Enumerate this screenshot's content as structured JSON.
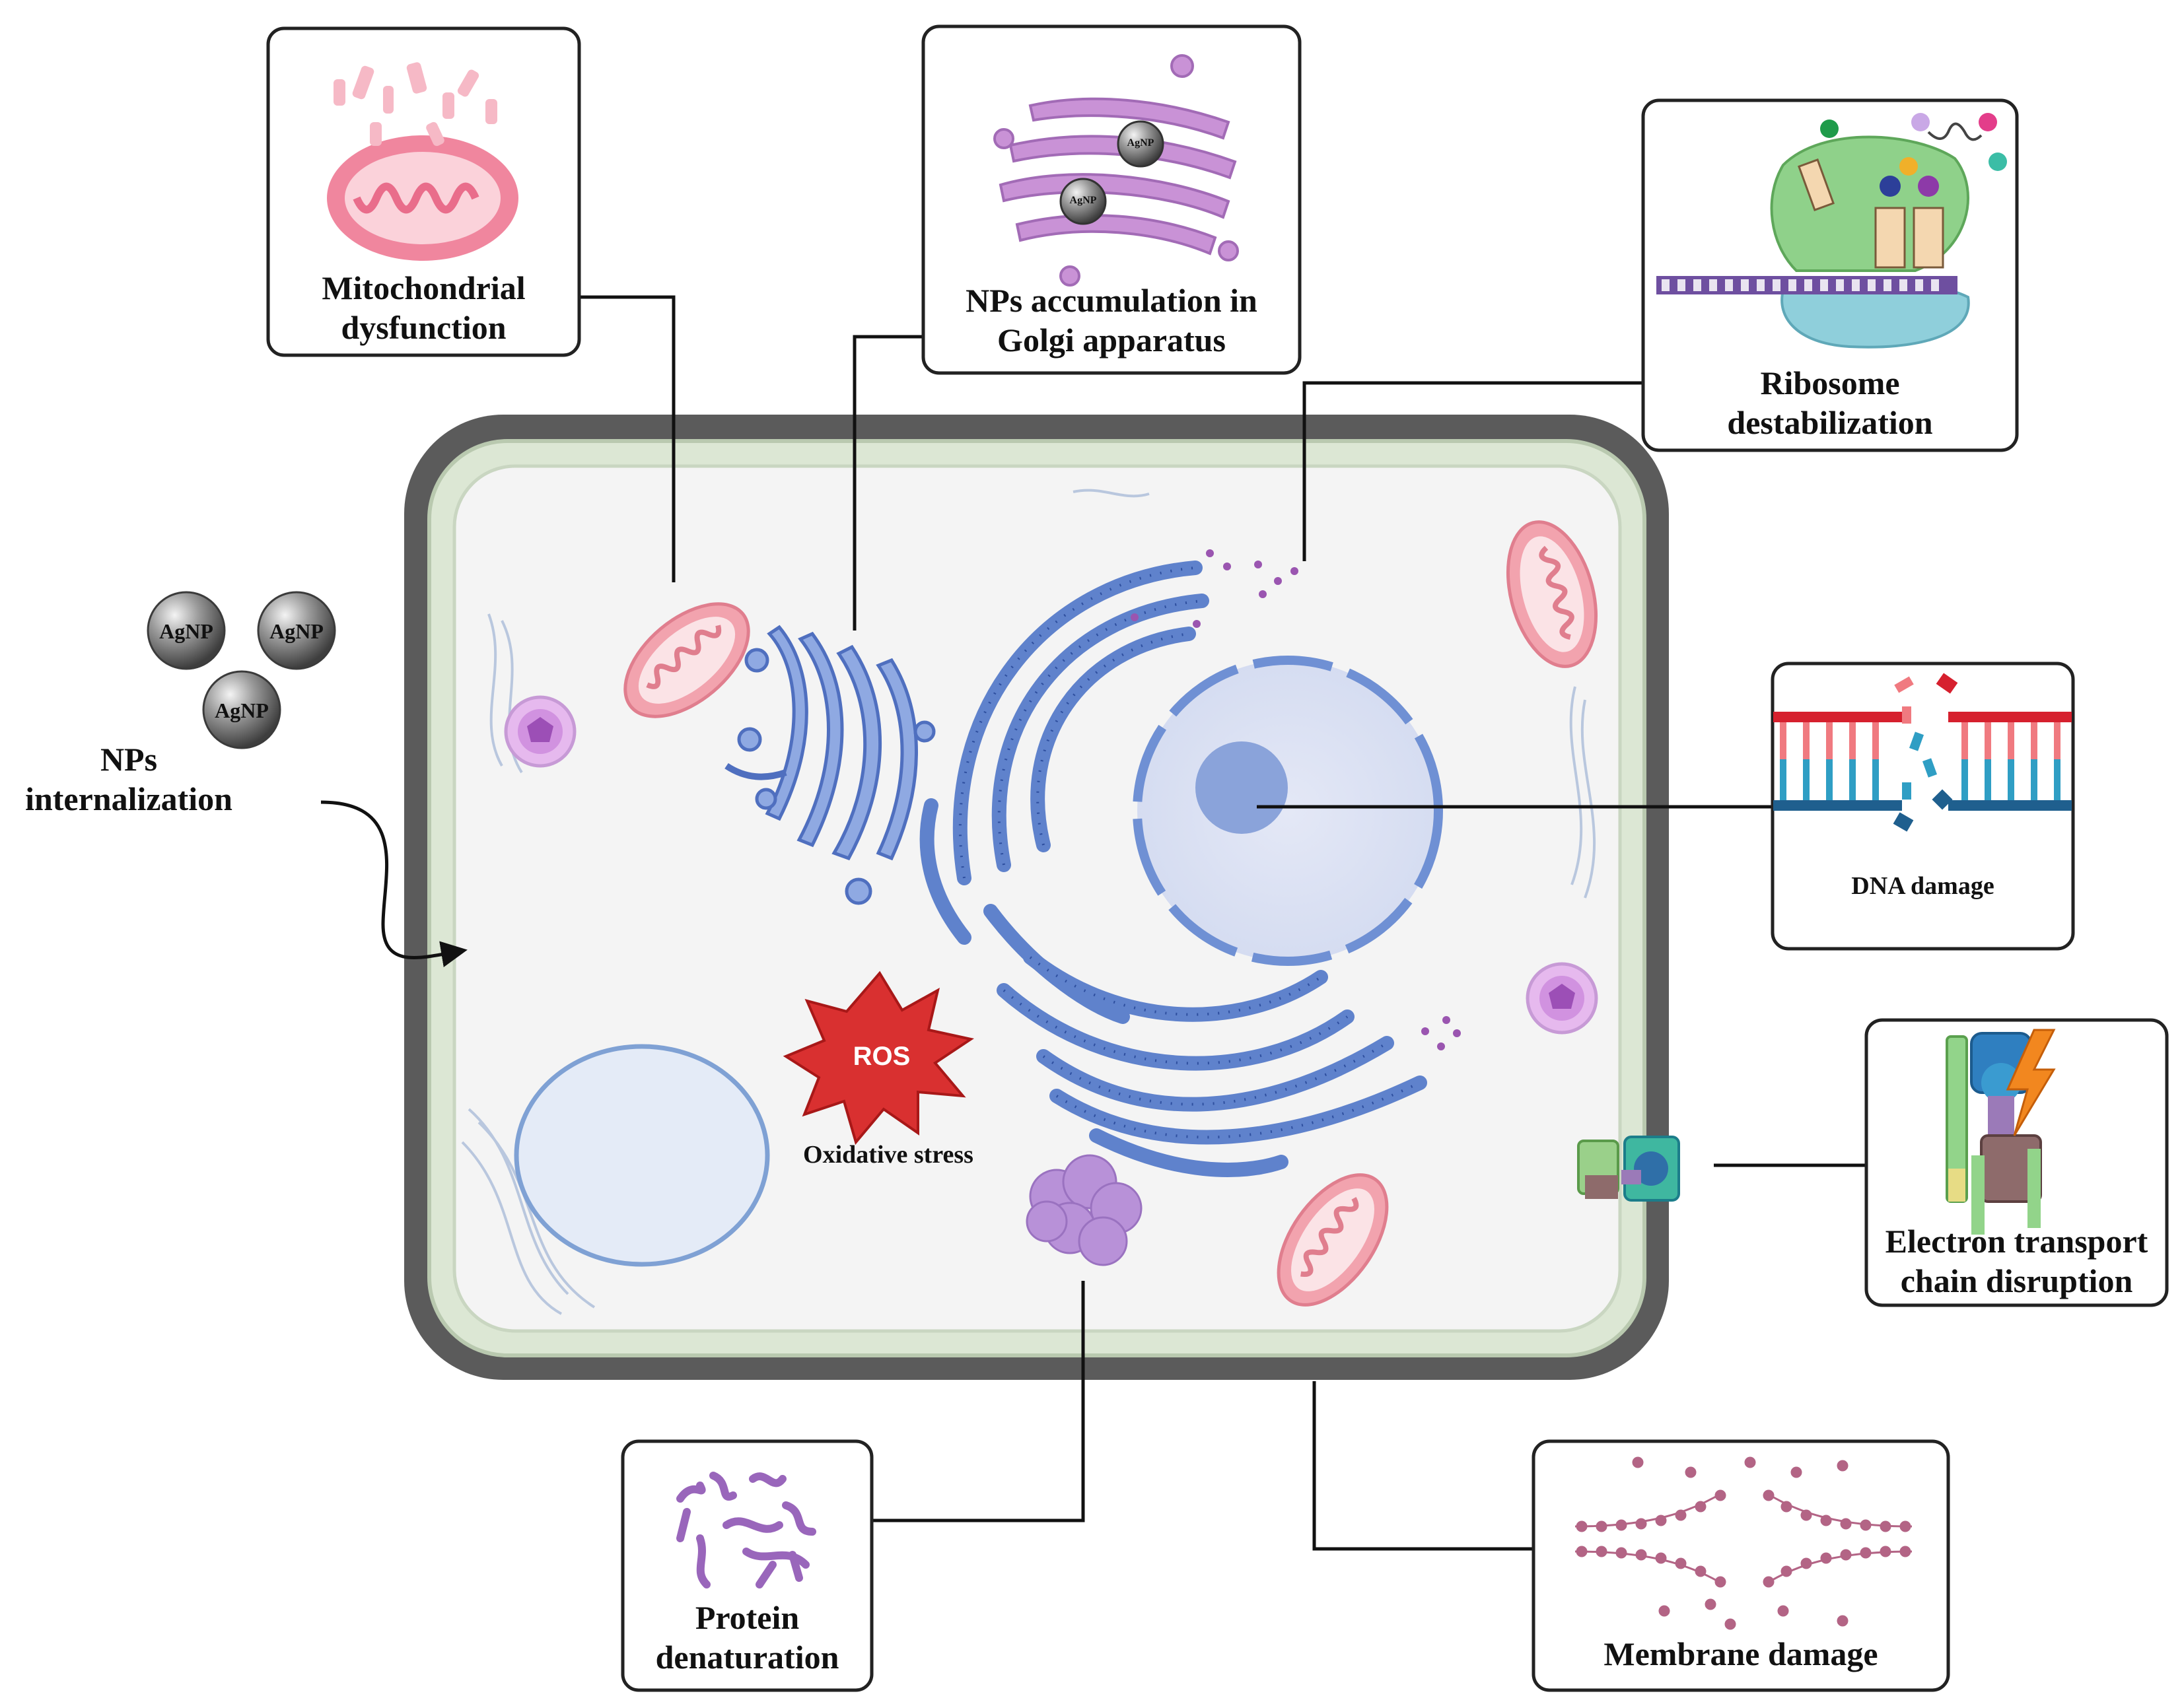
{
  "nanoparticle": {
    "label": "AgNP"
  },
  "ros": {
    "label": "ROS",
    "caption": "Oxidative stress"
  },
  "internalization": {
    "label": "NPs\ninternalization"
  },
  "callouts": {
    "mitochondria": "Mitochondrial\ndysfunction",
    "golgi": "NPs accumulation in\nGolgi apparatus",
    "ribosome": "Ribosome\ndestabilization",
    "dna": "DNA damage",
    "etc": "Electron transport\nchain disruption",
    "protein": "Protein\ndenaturation",
    "membrane": "Membrane damage"
  },
  "colors": {
    "cell_wall": "#5a5a5a",
    "membrane": "#dbe6d2",
    "cytoplasm": "#f4f4f4",
    "organelle_blue": "#7b98d8",
    "mitochondria": "#f2a2ad",
    "golgi_purple": "#c58fd0",
    "ros_red": "#d93030"
  }
}
